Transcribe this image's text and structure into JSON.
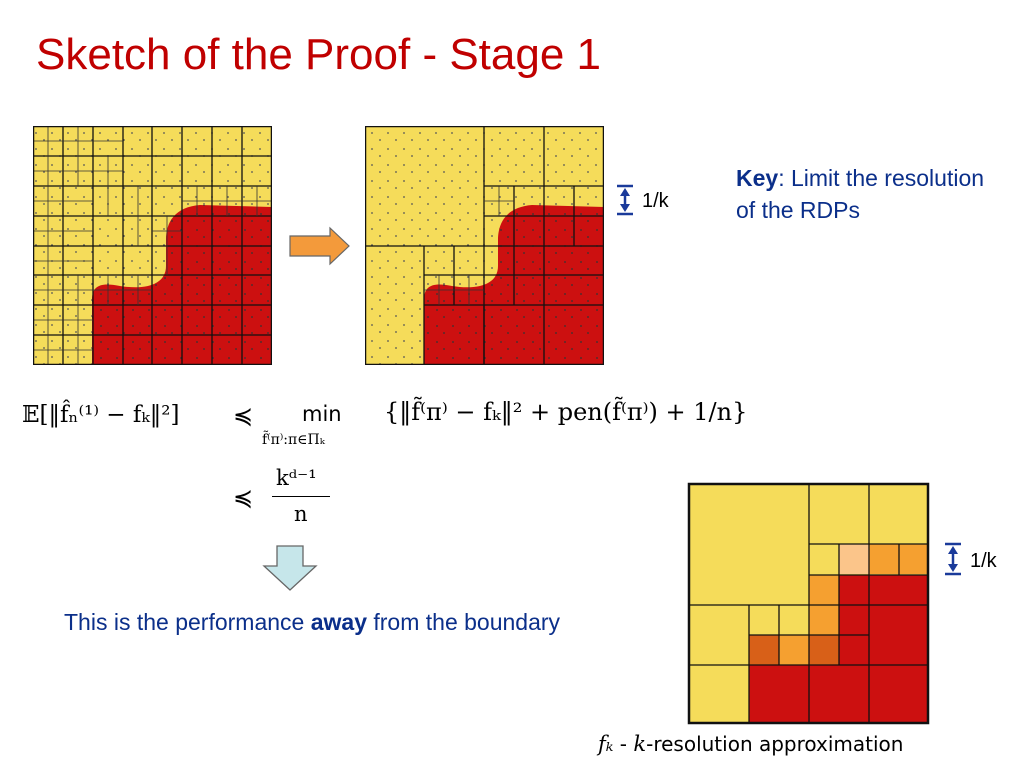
{
  "slide": {
    "title": "Sketch of the Proof - Stage 1"
  },
  "key_note": {
    "bold": "Key",
    "text": ": Limit the resolution of the RDPs"
  },
  "resolution_label": "1/k",
  "equation": {
    "lhs": "𝔼[‖f̂ₙ⁽¹⁾ − fₖ‖²]",
    "relation": "≼",
    "min_word": "min",
    "min_subscript": "f̃⁽π⁾:π∈Πₖ",
    "rhs_line1": "{‖f̃⁽π⁾ − fₖ‖² + pen(f̃⁽π⁾) + 1/n}",
    "pen_word": "pen",
    "frac1_num": "1",
    "frac1_den": "n",
    "frac2_num": "kᵈ⁻¹",
    "frac2_den": "n"
  },
  "away_note": {
    "before": "This is the performance ",
    "bold": "away",
    "after": " from the boundary"
  },
  "caption": {
    "symbol": "fₖ",
    "dash": " - ",
    "k": "k",
    "text": "-resolution approximation"
  },
  "colors": {
    "title": "#c00000",
    "note_blue": "#0b2f8a",
    "yellow": "#f5dc5a",
    "red": "#cc1010",
    "orange": "#f5a030",
    "light_orange": "#fbc58a",
    "dark_orange": "#d86018",
    "arrow_orange": "#f39a3b",
    "arrow_blue": "#c6e6ea"
  }
}
